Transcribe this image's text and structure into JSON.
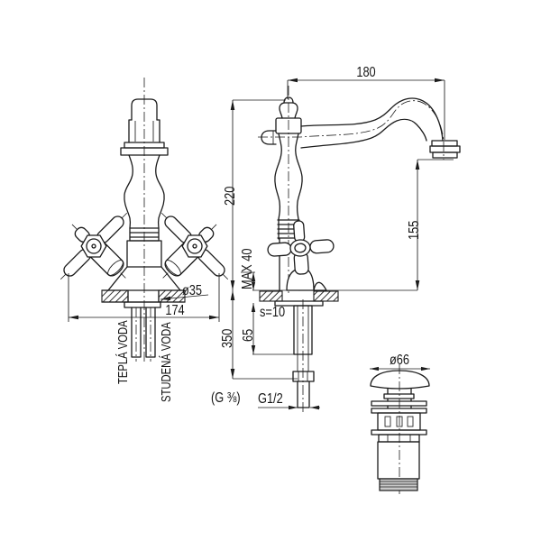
{
  "front_view": {
    "width_dim": "174",
    "hole_diameter_dim": "ø35",
    "hot_water_label": "TEPLÁ VODA",
    "cold_water_label": "STUDENÁ VODA"
  },
  "side_view": {
    "spout_reach_dim": "180",
    "body_height_dim": "220",
    "spout_height_dim": "155",
    "max_deck_dim": "MAX 40",
    "plate_thickness_dim": "s=10",
    "shank_length_dim": "65",
    "hose_length_dim": "350",
    "hose_thread_label": "(G ⅜)",
    "shank_thread_label": "G1/2"
  },
  "drain_view": {
    "cap_diameter_dim": "ø66"
  },
  "colors": {
    "line": "#1b1b1b",
    "background": "#ffffff"
  }
}
